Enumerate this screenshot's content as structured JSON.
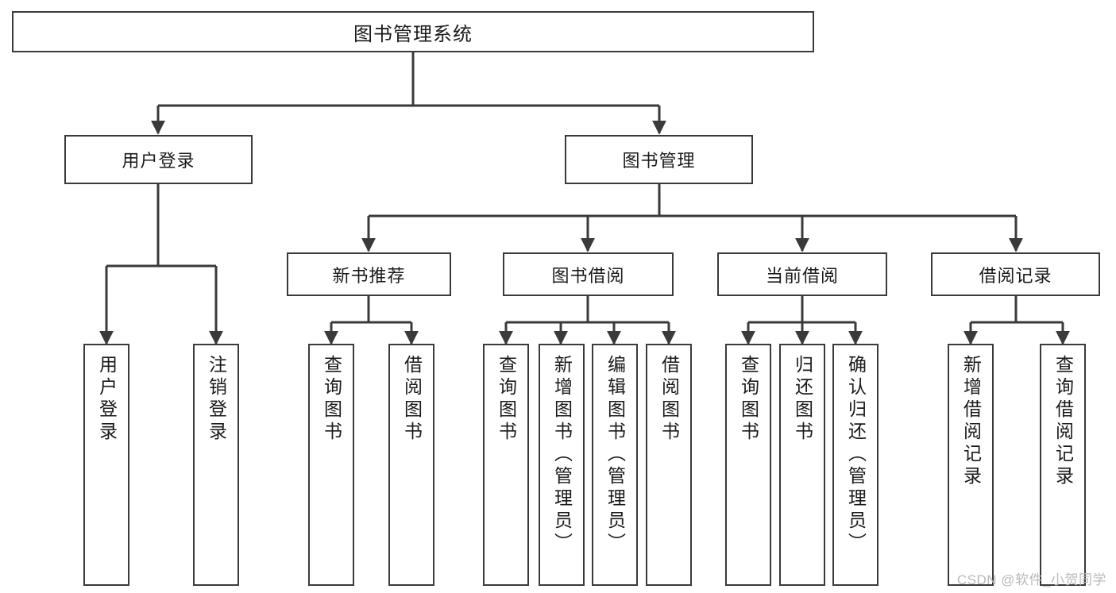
{
  "diagram": {
    "title": "图书管理系统",
    "type": "tree-hierarchy-chart",
    "watermark": "CSDN @软件_小贺同学",
    "colors": {
      "box_border": "#3a3a3a",
      "box_fill": "#ffffff",
      "connector": "#3a3a3a",
      "text": "#1a1a1a",
      "watermark": "#b9b9b9",
      "background": "#ffffff"
    }
  },
  "root": {
    "label": "图书管理系统"
  },
  "level1": [
    {
      "label": "用户登录"
    },
    {
      "label": "图书管理"
    }
  ],
  "level2": [
    {
      "label": "新书推荐"
    },
    {
      "label": "图书借阅"
    },
    {
      "label": "当前借阅"
    },
    {
      "label": "借阅记录"
    }
  ],
  "leaves": {
    "user_login": [
      {
        "label": "用户登录"
      },
      {
        "label": "注销登录"
      }
    ],
    "new_book_recommend": [
      {
        "label": "查询图书"
      },
      {
        "label": "借阅图书"
      }
    ],
    "book_borrow": [
      {
        "label": "查询图书"
      },
      {
        "label": "新增图书（管理员）"
      },
      {
        "label": "编辑图书（管理员）"
      },
      {
        "label": "借阅图书"
      }
    ],
    "current_borrow": [
      {
        "label": "查询图书"
      },
      {
        "label": "归还图书"
      },
      {
        "label": "确认归还（管理员）"
      }
    ],
    "borrow_record": [
      {
        "label": "新增借阅记录"
      },
      {
        "label": "查询借阅记录"
      }
    ]
  }
}
